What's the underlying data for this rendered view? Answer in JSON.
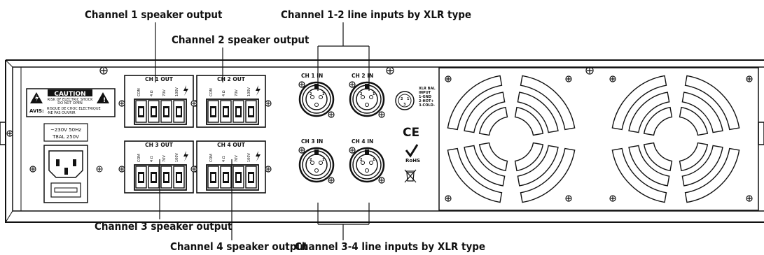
{
  "callouts": {
    "ch1_speaker": "Channel 1 speaker output",
    "ch2_speaker": "Channel 2 speaker output",
    "ch3_speaker": "Channel 3 speaker output",
    "ch4_speaker": "Channel 4 speaker output",
    "line_in_12": "Channel 1-2 line inputs by XLR type",
    "line_in_34": "Channel 3-4 line inputs by XLR type"
  },
  "caution": {
    "title": "CAUTION",
    "line1": "RISK OF ELECTRIC SHOCK",
    "line2": "DO NOT OPEN",
    "avis": "AVIS:",
    "avis1": "RISQUE DE CHOC ELECTRIQUE",
    "avis2": "-NE PAS OUVRIR"
  },
  "power": {
    "voltage": "~230V 50Hz",
    "fuse": "T8AL 250V"
  },
  "outputs": [
    {
      "label": "CH 1 OUT",
      "terms": [
        "COM",
        "4 Ω",
        "70V",
        "100V"
      ]
    },
    {
      "label": "CH 2 OUT",
      "terms": [
        "COM",
        "4 Ω",
        "70V",
        "100V"
      ]
    },
    {
      "label": "CH 3 OUT",
      "terms": [
        "COM",
        "4 Ω",
        "70V",
        "100V"
      ]
    },
    {
      "label": "CH 4 OUT",
      "terms": [
        "COM",
        "4 Ω",
        "70V",
        "100V"
      ]
    }
  ],
  "inputs": [
    {
      "label": "CH 1 IN"
    },
    {
      "label": "CH 2 IN"
    },
    {
      "label": "CH 3 IN"
    },
    {
      "label": "CH 4 IN"
    }
  ],
  "xlr_legend": {
    "title1": "XLR BAL",
    "title2": "INPUT",
    "pin1": "1-GND",
    "pin2": "2-HOT+",
    "pin3": "3-COLD-"
  },
  "marks": {
    "ce": "CE",
    "rohs": "RoHS"
  }
}
